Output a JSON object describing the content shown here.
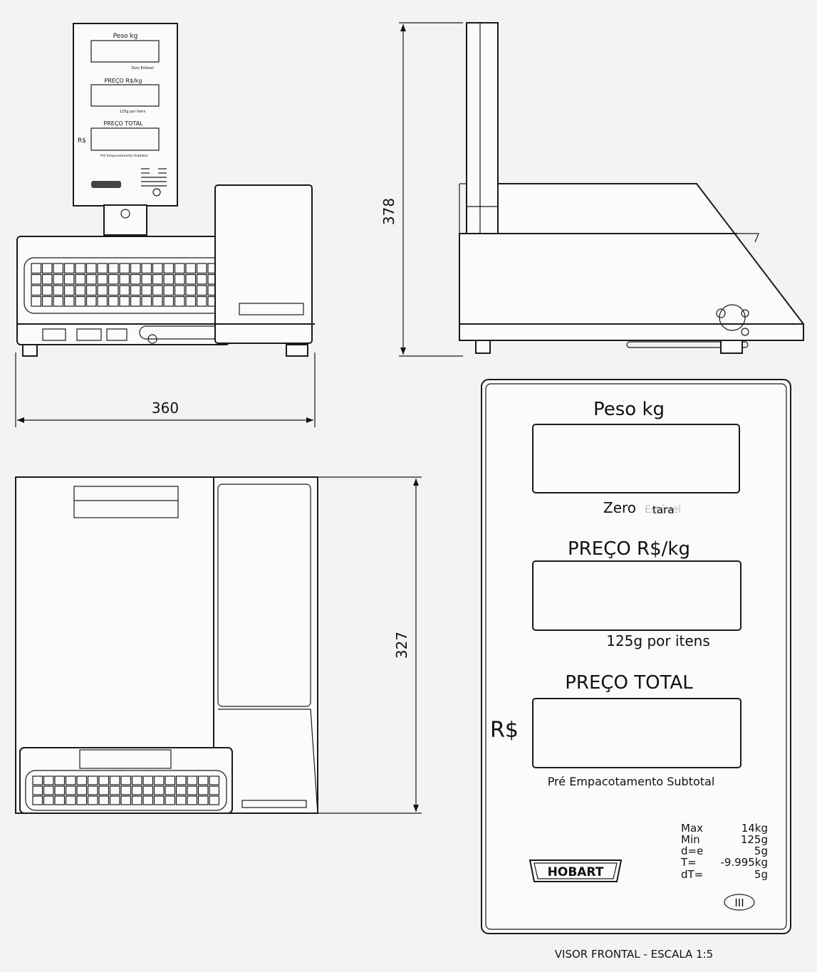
{
  "dimensions": {
    "width_label": "360",
    "height_label": "378",
    "depth_label": "327"
  },
  "small_display": {
    "weight_title": "Peso kg",
    "weight_sub": "Zero Estável",
    "price_title": "PREÇO R$/kg",
    "price_sub": "125g por itens",
    "total_title": "PREÇO TOTAL",
    "currency": "R$",
    "total_sub": "Pré Empacotamento Subtotal"
  },
  "front_display": {
    "weight_title": "Peso kg",
    "zero_label": "Zero",
    "tara_label": "tara",
    "stable_label": "Estável",
    "price_title": "PREÇO R$/kg",
    "price_sub": "125g por itens",
    "total_title": "PREÇO TOTAL",
    "currency": "R$",
    "total_sub": "Pré Empacotamento Subtotal",
    "brand": "HOBART",
    "specs": [
      {
        "label": "Max",
        "value": "14kg"
      },
      {
        "label": "Min",
        "value": "125g"
      },
      {
        "label": "d=e",
        "value": "5g"
      },
      {
        "label": "T=",
        "value": "-9.995kg"
      },
      {
        "label": "dT=",
        "value": "5g"
      }
    ],
    "class_mark": "III",
    "caption": "VISOR FRONTAL - ESCALA 1:5"
  }
}
